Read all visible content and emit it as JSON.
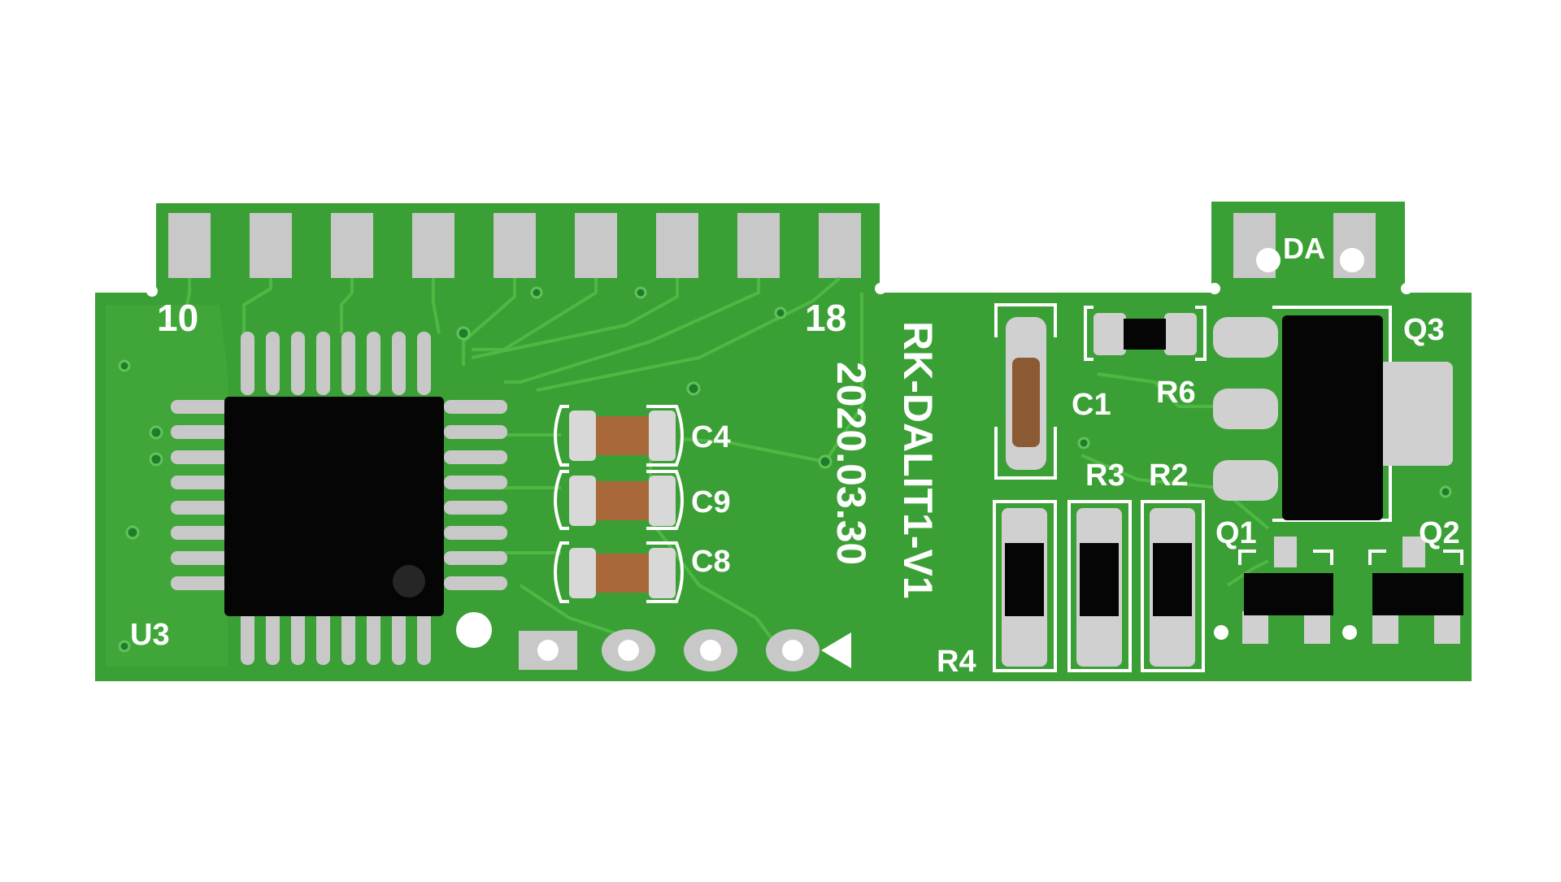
{
  "board": {
    "name": "RK-DALIT1-V1",
    "date": "2020.03.30",
    "colors": {
      "board": "#3aa035",
      "trace": "#4fb843",
      "silk": "#ffffff",
      "chip": "#000000",
      "pad": "#c8c8c8",
      "ceramic": "#8b5a33"
    }
  },
  "labels": {
    "pin_first": "10",
    "pin_last": "18",
    "u3": "U3",
    "c4": "C4",
    "c9": "C9",
    "c8": "C8",
    "c1": "C1",
    "r6": "R6",
    "r3": "R3",
    "r2": "R2",
    "r4": "R4",
    "q1": "Q1",
    "q2": "Q2",
    "q3": "Q3",
    "da": "DA"
  }
}
